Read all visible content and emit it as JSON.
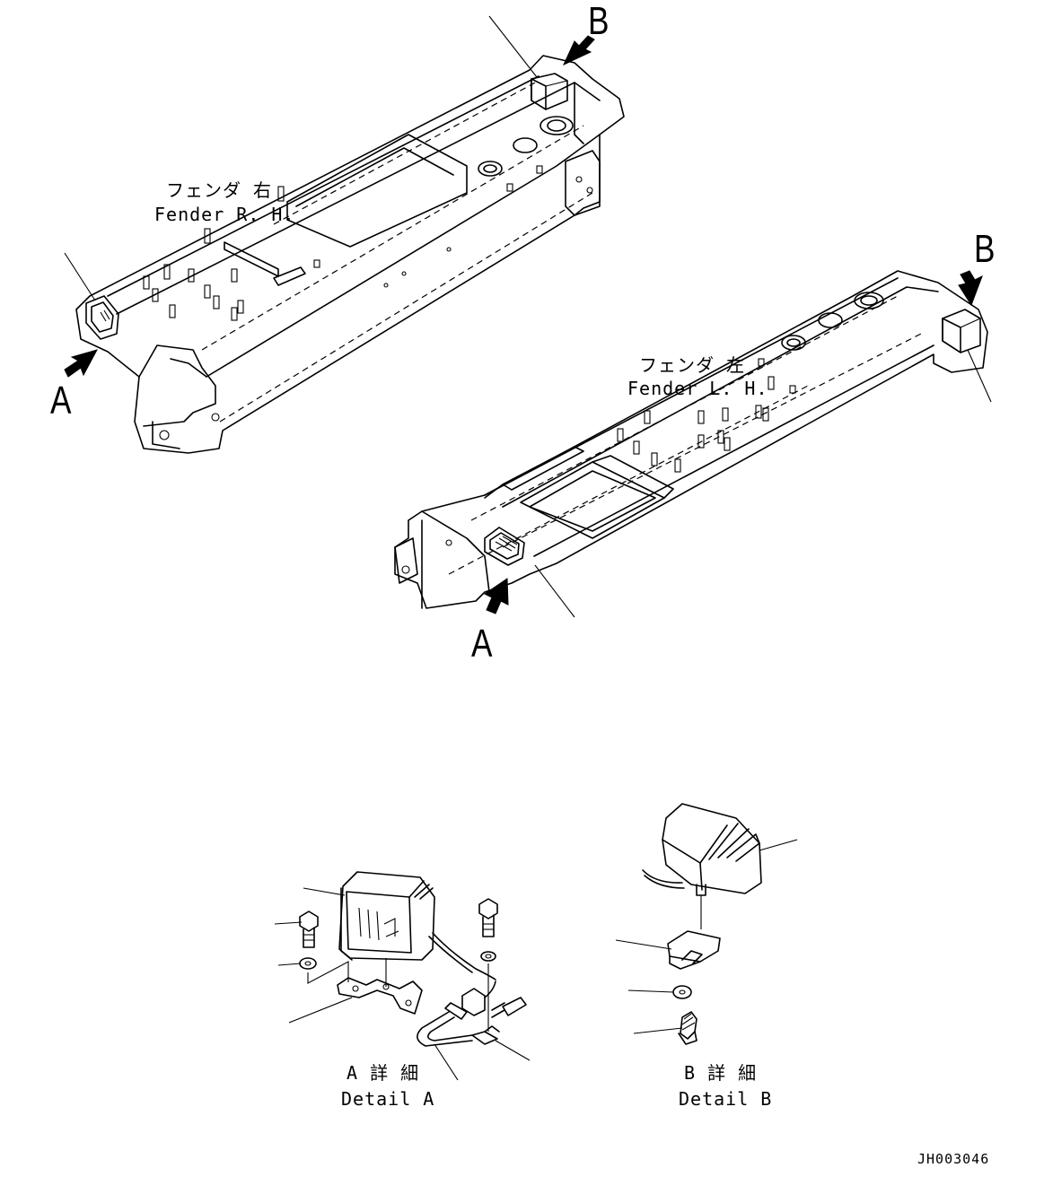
{
  "callouts": {
    "b_top": "B",
    "a_left": "A",
    "b_right": "B",
    "a_center": "A"
  },
  "fender_rh": {
    "jp": "フェンダ 右",
    "en": "Fender R. H."
  },
  "fender_lh": {
    "jp": "フェンダ 左",
    "en": "Fender L. H."
  },
  "detail_a": {
    "jp": "A 詳 細",
    "en": "Detail A"
  },
  "detail_b": {
    "jp": "B 詳 細",
    "en": "Detail B"
  },
  "drawing_code": "JH003046"
}
